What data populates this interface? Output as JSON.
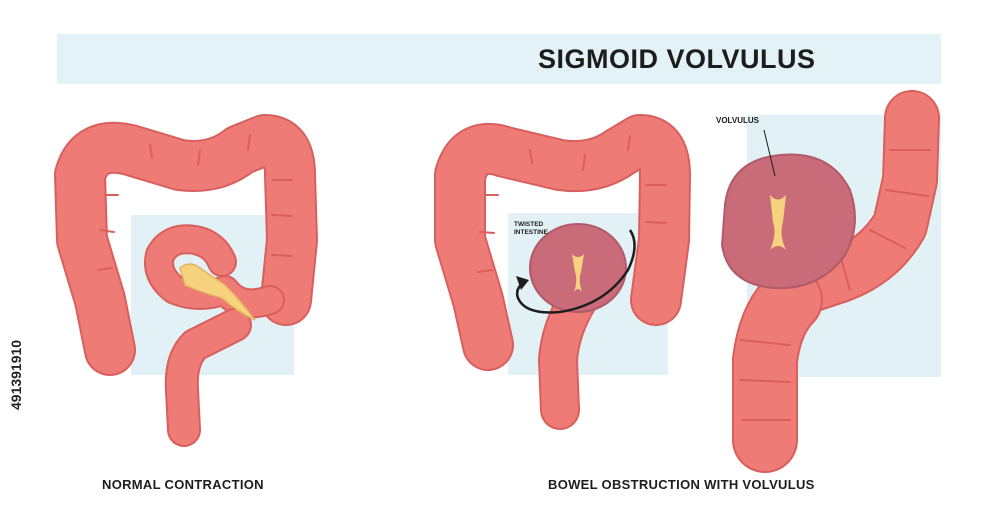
{
  "title": "SIGMOID VOLVULUS",
  "captions": {
    "left": "NORMAL CONTRACTION",
    "right": "BOWEL OBSTRUCTION WITH VOLVULUS"
  },
  "labels": {
    "twisted_line1": "TWISTED",
    "twisted_line2": "INTESTINE",
    "volvulus": "VOLVULUS"
  },
  "stock_id": "491391910",
  "colors": {
    "title_band": "#e3f2f6",
    "highlight_box": "#e1f1f6",
    "colon": "#ef7b76",
    "colon_edge": "#d85f5c",
    "twisted_loop": "#c96b78",
    "lumen": "#f6d27f",
    "arrow": "#1d1d1d"
  }
}
